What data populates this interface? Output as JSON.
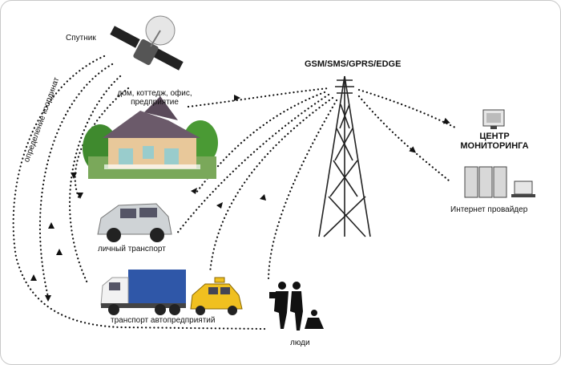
{
  "labels": {
    "satellite": "Спутник",
    "coordinates": "определение координат",
    "house": [
      "дом, коттедж, офис,",
      "предприятие"
    ],
    "car": "личный транспорт",
    "fleet": "транспорт автопредприятий",
    "people": "люди",
    "network": "GSM/SMS/GPRS/EDGE",
    "center": [
      "ЦЕНТР",
      "МОНИТОРИНГА"
    ],
    "provider": "Интернет провайдер"
  },
  "colors": {
    "dots": "#111111",
    "tower": "#222222",
    "roof": "#6b5a6a",
    "wall": "#e8c89a",
    "tree": "#3f8a2e",
    "car": "#cfd3d6",
    "truck_cab": "#f2f2f2",
    "truck_tarp": "#2f57a8",
    "taxi": "#f0c020"
  },
  "icons": [
    "satellite-icon",
    "house-icon",
    "car-icon",
    "truck-icon",
    "taxi-icon",
    "people-icon",
    "tower-icon",
    "monitor-icon",
    "server-icon"
  ]
}
